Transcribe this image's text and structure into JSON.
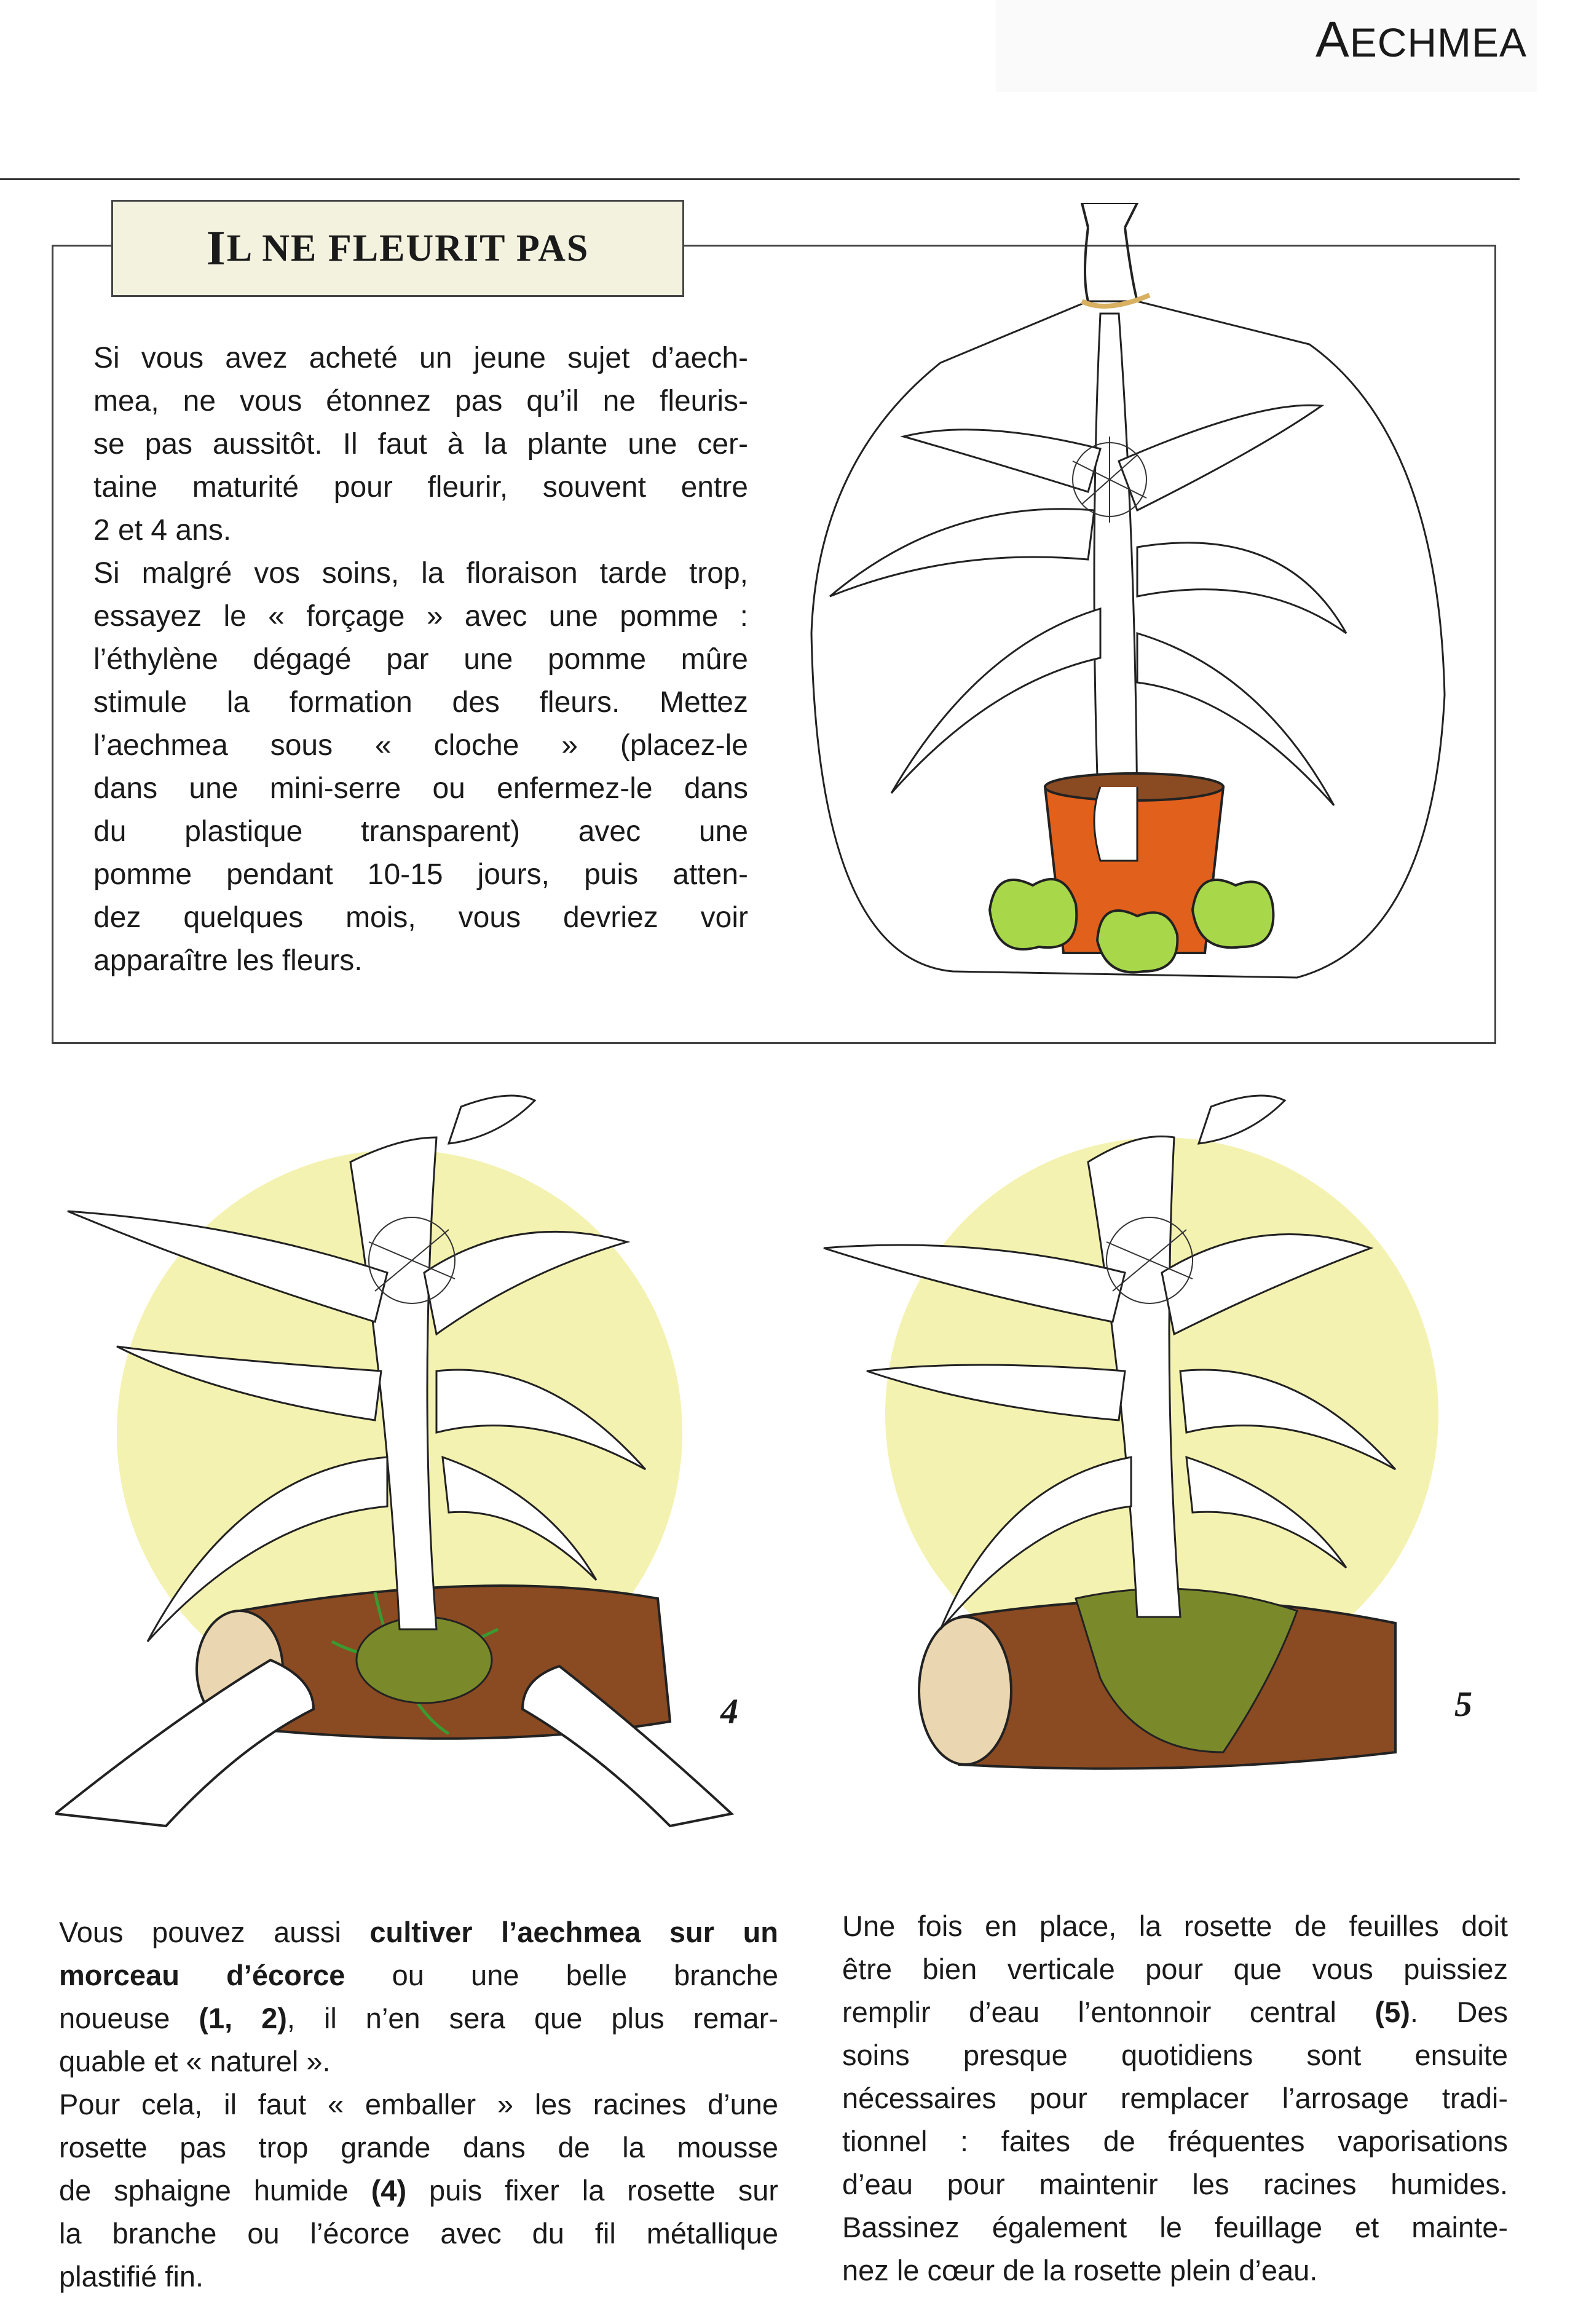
{
  "header": {
    "title_initial": "A",
    "title_rest": "ECHMEA"
  },
  "section": {
    "title_initial": "I",
    "title_rest": "L NE FLEURIT PAS"
  },
  "intro_lines": [
    "Si vous avez acheté un jeune sujet d’aech-",
    "mea, ne vous étonnez pas qu’il ne fleuris-",
    "se pas aussitôt. Il faut à la plante une cer-",
    "taine maturité pour fleurir, souvent entre",
    "2 et 4 ans.",
    "Si malgré vos soins, la floraison tarde trop,",
    "essayez le « forçage » avec une pomme :",
    "l’éthylène dégagé par une pomme mûre",
    "stimule la formation des fleurs. Mettez",
    "l’aechmea sous « cloche » (placez-le",
    "dans une mini-serre ou enfermez-le dans",
    "du plastique transparent) avec une",
    "pomme pendant 10-15 jours, puis atten-",
    "dez quelques mois, vous devriez voir",
    "apparaître les fleurs."
  ],
  "figures": {
    "fig4_label": "4",
    "fig5_label": "5"
  },
  "bottom_left": {
    "l1a": "Vous pouvez aussi ",
    "l1b": "cultiver l’aechmea sur un",
    "l2a": "morceau d’écorce",
    "l2b": " ou une belle branche",
    "l3a": "noueuse ",
    "l3b": "(1, 2)",
    "l3c": ", il n’en sera que plus remar-",
    "l4": "quable et « naturel ».",
    "l5": "Pour cela, il faut « emballer » les racines d’une",
    "l6": "rosette pas trop grande dans de la mousse",
    "l7a": "de sphaigne humide ",
    "l7b": "(4)",
    "l7c": " puis fixer la rosette sur",
    "l8": "la branche ou l’écorce avec du fil métallique",
    "l9": "plastifié fin."
  },
  "bottom_right": {
    "l1": "Une fois en place, la rosette de feuilles doit",
    "l2": "être bien verticale pour que vous puissiez",
    "l3a": "remplir d’eau l’entonnoir central ",
    "l3b": "(5)",
    "l3c": ". Des",
    "l4": "soins presque quotidiens sont ensuite",
    "l5": "nécessaires pour remplacer l’arrosage tradi-",
    "l6": "tionnel : faites de fréquentes vaporisations",
    "l7": "d’eau pour maintenir les racines humides.",
    "l8": "Bassinez également le feuillage et mainte-",
    "l9": "nez le cœur de la rosette plein d’eau."
  },
  "colors": {
    "halo": "#f4f2b0",
    "pot": "#e0601c",
    "apple": "#a8d84a",
    "bark": "#8a4a22",
    "moss": "#7a8a2a"
  }
}
